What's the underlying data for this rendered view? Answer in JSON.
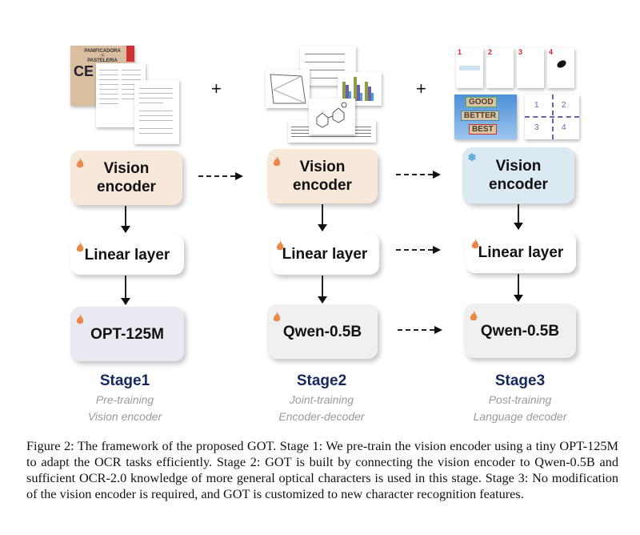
{
  "figure": {
    "stages": [
      {
        "title": "Stage1",
        "subtitle_1": "Pre-training",
        "subtitle_2": "Vision encoder",
        "vision_encoder": {
          "label_1": "Vision",
          "label_2": "encoder",
          "state": "flame-icon",
          "color": "#f7e8da"
        },
        "linear_layer": {
          "label": "Linear layer",
          "state": "flame-icon",
          "color": "#ffffff"
        },
        "decoder": {
          "label": "OPT-125M",
          "state": "flame-icon",
          "color": "#eae8f0"
        },
        "input_images": "scanned documents and book pages"
      },
      {
        "title": "Stage2",
        "subtitle_1": "Joint-training",
        "subtitle_2": "Encoder-decoder",
        "vision_encoder": {
          "label_1": "Vision",
          "label_2": "encoder",
          "state": "flame-icon",
          "color": "#f7e8da"
        },
        "linear_layer": {
          "label": "Linear layer",
          "state": "flame-icon",
          "color": "#ffffff"
        },
        "decoder": {
          "label": "Qwen-0.5B",
          "state": "flame-icon",
          "color": "#f0f0f0"
        },
        "input_images": "formulas, geometry, charts, molecules, sheet music"
      },
      {
        "title": "Stage3",
        "subtitle_1": "Post-training",
        "subtitle_2": "Language decoder",
        "vision_encoder": {
          "label_1": "Vision",
          "label_2": "encoder",
          "state": "snowflake-icon",
          "color": "#dbe9f2"
        },
        "linear_layer": {
          "label": "Linear layer",
          "state": "flame-icon",
          "color": "#ffffff"
        },
        "decoder": {
          "label": "Qwen-0.5B",
          "state": "flame-icon",
          "color": "#f0f0f0"
        },
        "input_images": "multi-page documents, scene text, fine-grained regions",
        "page_numbers": [
          "1",
          "2",
          "3",
          "4"
        ],
        "sign_words": [
          "GOOD",
          "BETTER",
          "BEST"
        ],
        "quadrant_numbers": [
          "1",
          "2",
          "3",
          "4"
        ]
      }
    ],
    "plus_symbol": "+",
    "colors": {
      "flame": "#e8894a",
      "snowflake": "#4aa6e0",
      "stage_title": "#15295e",
      "subtitle": "#9a9a9a"
    },
    "stage1_doc_header": [
      "PANIFICADORA",
      "-Y-",
      "PASTELERIA",
      "CE"
    ]
  },
  "caption": "Figure 2: The framework of the proposed GOT. Stage 1: We pre-train the vision encoder using a tiny OPT-125M to adapt the OCR tasks efficiently. Stage 2: GOT is built by connecting the vision encoder to Qwen-0.5B and sufficient OCR-2.0 knowledge of more general optical characters is used in this stage. Stage 3: No modification of the vision encoder is required, and GOT is customized to new character recognition features."
}
